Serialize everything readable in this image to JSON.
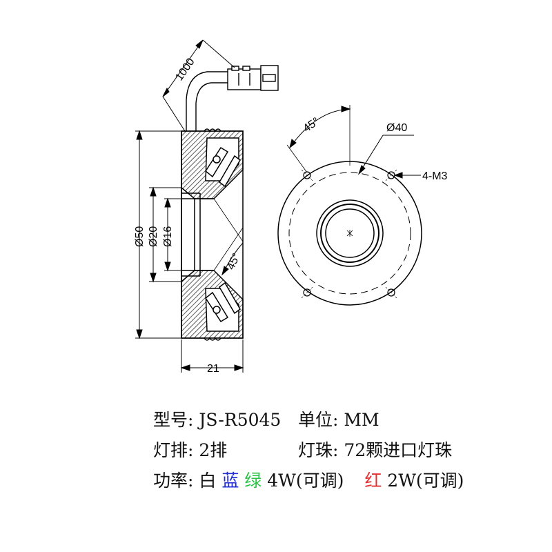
{
  "dimensions": {
    "cable_length": "1000",
    "outer_diameter": "Ø50",
    "inner_diameter_20": "Ø20",
    "inner_diameter_16": "Ø16",
    "width": "21",
    "side_angle": "45°",
    "front_angle": "45°",
    "bolt_circle": "Ø40",
    "holes": "4-M3"
  },
  "specs": {
    "model": "型号: JS-R5045",
    "unit": "单位: MM",
    "rows": "灯排: 2排",
    "leds": "灯珠: 72颗进口灯珠",
    "power_prefix": "功率: 白",
    "blue": "蓝",
    "green": "绿",
    "power_mid": "4W(可调)",
    "red": "红",
    "power_end": "2W(可调)"
  },
  "colors": {
    "blue": "#1f2bd6",
    "green": "#2ec44a",
    "red": "#e23232",
    "line": "#000000",
    "hatch": "#444444"
  }
}
